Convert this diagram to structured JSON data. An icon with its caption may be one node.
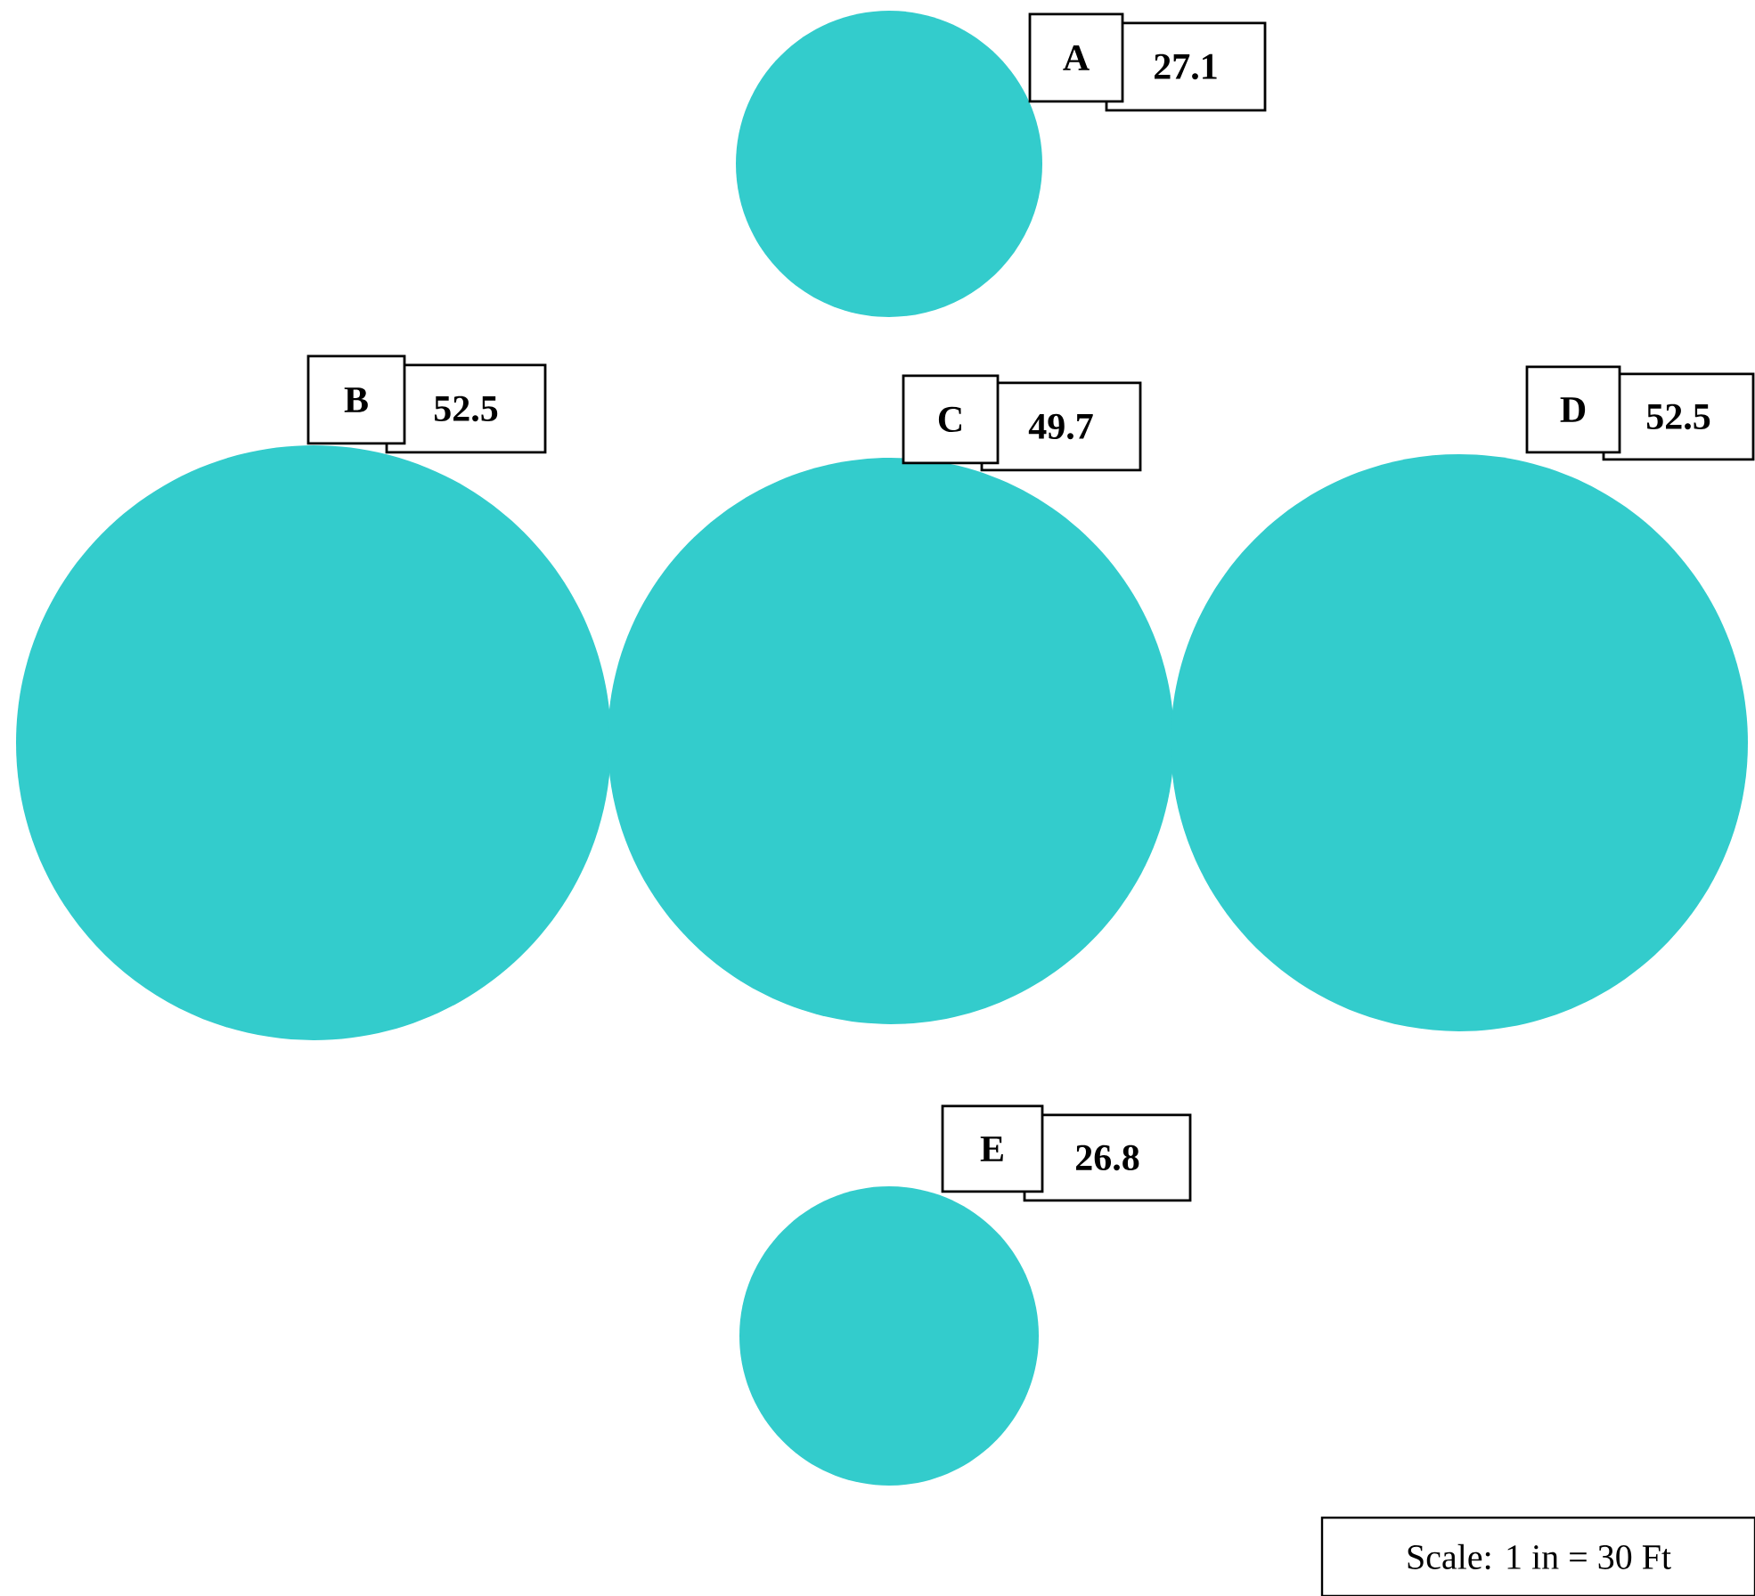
{
  "diagram": {
    "nodes": [
      {
        "text": [
          "A"
        ]
      },
      {
        "text": [
          "27.1"
        ]
      },
      {
        "text": [],
        "shape": "circle"
      },
      {
        "text": [
          "B"
        ]
      },
      {
        "text": [
          "52.5"
        ]
      },
      {
        "text": [
          "C"
        ]
      },
      {
        "text": [
          "49.7"
        ]
      },
      {
        "text": [
          "D"
        ]
      },
      {
        "text": [
          "52.5"
        ]
      },
      {
        "text": [],
        "shape": "circle"
      },
      {
        "text": [],
        "shape": "circle"
      },
      {
        "text": [],
        "shape": "circle"
      },
      {
        "text": [
          "E"
        ]
      },
      {
        "text": [
          "26.8"
        ]
      },
      {
        "text": [],
        "shape": "circle"
      },
      {
        "text": [
          "Scale: 1 in = 30 Ft"
        ]
      }
    ]
  }
}
